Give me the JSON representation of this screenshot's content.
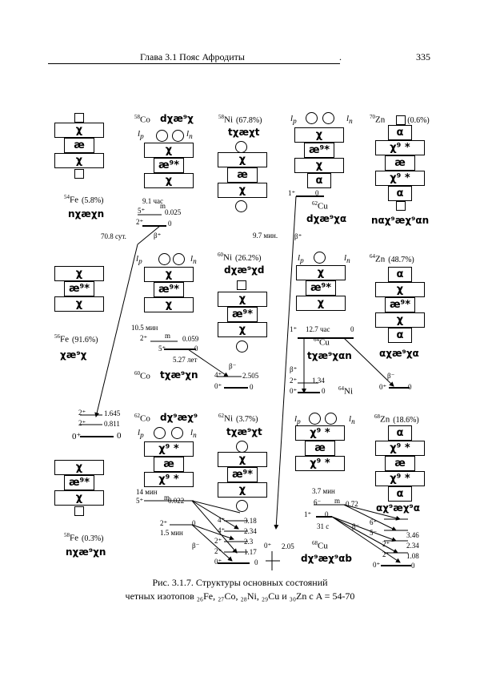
{
  "header": {
    "chapter": "Глава 3.1 Пояс Афродиты",
    "dot": ".",
    "page_number": "335"
  },
  "nuclei": {
    "fe54": {
      "mass": "54",
      "sym": "Fe",
      "abund": "(5.8%)",
      "formula": "nχæχn"
    },
    "co58": {
      "mass": "58",
      "sym": "Co",
      "formula": "dχæ⁹χ"
    },
    "ni58": {
      "mass": "58",
      "sym": "Ni",
      "abund": "(67.8%)",
      "formula": "tχæχt"
    },
    "cu62": {
      "mass": "62",
      "sym": "Cu",
      "formula": "dχæ⁹χα"
    },
    "zn70": {
      "mass": "70",
      "sym": "Zn",
      "abund": "(0.6%)",
      "formula": "nαχ⁹æχ⁹αn"
    },
    "fe56": {
      "mass": "56",
      "sym": "Fe",
      "abund": "(91.6%)",
      "formula": "χæ⁹χ"
    },
    "co60": {
      "mass": "60",
      "sym": "Co",
      "formula": "tχæ⁹χn"
    },
    "ni60": {
      "mass": "60",
      "sym": "Ni",
      "abund": "(26.2%)",
      "formula": "dχæ⁹χd"
    },
    "cu64": {
      "mass": "64",
      "sym": "Cu",
      "formula": "tχæ⁹χαn"
    },
    "zn64": {
      "mass": "64",
      "sym": "Zn",
      "abund": "(48.7%)",
      "formula": "αχæ⁹χα"
    },
    "ni64": {
      "mass": "64",
      "sym": "Ni"
    },
    "fe58": {
      "mass": "58",
      "sym": "Fe",
      "abund": "(0.3%)",
      "formula": "nχæ⁹χn"
    },
    "co62": {
      "mass": "62",
      "sym": "Co",
      "formula": "dχ⁹æχ⁹"
    },
    "ni62": {
      "mass": "62",
      "sym": "Ni",
      "abund": "(3.7%)",
      "formula": "tχæ⁹χt"
    },
    "zn68": {
      "mass": "68",
      "sym": "Zn",
      "abund": "(18.6%)",
      "formula": "αχ⁹æχ⁹α"
    },
    "cu68": {
      "mass": "68",
      "sym": "Cu",
      "formula": "dχ⁹æχ⁹αb"
    }
  },
  "blocks": {
    "chi": "χ",
    "ae": "æ",
    "ae9": "æ⁹",
    "ae9s": "æ⁹*",
    "chi9s": "χ⁹ *",
    "alpha": "α",
    "chi9": "χ⁹"
  },
  "spin": {
    "lp": "l",
    "lp_sub": "p",
    "ln": "l",
    "ln_sub": "n"
  },
  "levels": {
    "co58_hl": "9.1 час",
    "co58_5p": "5⁺",
    "co58_m": "m",
    "co58_e": "0.025",
    "co58_2p": "2⁺",
    "co58_0": "0",
    "co58_hl2": "70.8 сут.",
    "beta_plus": "β⁺",
    "cu62_1p": "1⁺",
    "cu62_0": "0",
    "cu62_hl": "9.7 мин.",
    "co60_hl": "10.5 мин",
    "co60_2p": "2⁺",
    "co60_m": "m",
    "co60_e": "0.059",
    "co60_5p": "5⁺",
    "co60_0": "0",
    "co60_hl2": "5.27 лет",
    "ni60_beta": "β⁻",
    "ni60_4p": "4⁺",
    "ni60_e": "2.505",
    "ni60_0p": "0⁺",
    "ni60_0": "0",
    "cu64_1p": "1⁺",
    "cu64_hl": "12.7 час",
    "cu64_0": "0",
    "ni64_bp": "β⁺",
    "ni64_2p": "2⁺",
    "ni64_e": "1.34",
    "ni64_0p": "0⁺",
    "ni64_0": "0",
    "zn64_bm": "β⁻",
    "zn64_0p": "0⁺",
    "zn64_0": "0",
    "fe58_2p_a": "2⁺",
    "fe58_e1": "1.645",
    "fe58_2p_b": "2⁺",
    "fe58_e2": "0.811",
    "fe58_0p": "0⁺",
    "fe58_0": "0",
    "co62_hl": "14 мин",
    "co62_5p": "5⁺",
    "co62_m": "m",
    "co62_e": "0.022",
    "co62_2p": "2⁺",
    "co62_0": "0",
    "co62_hl2": "1.5 мин",
    "co62_bm": "β⁻",
    "ni62_4a": "4⁺",
    "ni62_4b": "4⁺",
    "ni62_2a": "2⁺",
    "ni62_2b": "2⁺",
    "ni62_0p": "0⁺",
    "ni62_e1": "3.18",
    "ni62_e2": "2.34",
    "ni62_e3": "2.3",
    "ni62_e4": "1.17",
    "ni62_0": "0",
    "cu68_0p": "0⁺",
    "cu68_e": "2.05",
    "zn68_hl": "3.7 мин",
    "zn68_6m": "6⁻",
    "zn68_m": "m",
    "zn68_e": "0.72",
    "zn68_1p": "1⁺",
    "zn68_0": "0",
    "zn68_hl2": "31 с",
    "zn68_bm": "β⁻",
    "zn68_6p": "6⁺",
    "zn68_5m": "5⁻",
    "zn68_2a": "2⁺",
    "zn68_2b": "2⁺",
    "zn68_0p": "0⁺",
    "zn68_e1": "3.46",
    "zn68_e2": "2.34",
    "zn68_e3": "1.08",
    "zn68_e4": "0"
  },
  "caption": {
    "line1": "Рис. 3.1.7. Структуры основных состояний",
    "line2": "четных изотопов ₂₆Fe, ₂₇Co, ₂₈Ni, ₂₉Cu и ₃₀Zn с A = 54-70"
  }
}
